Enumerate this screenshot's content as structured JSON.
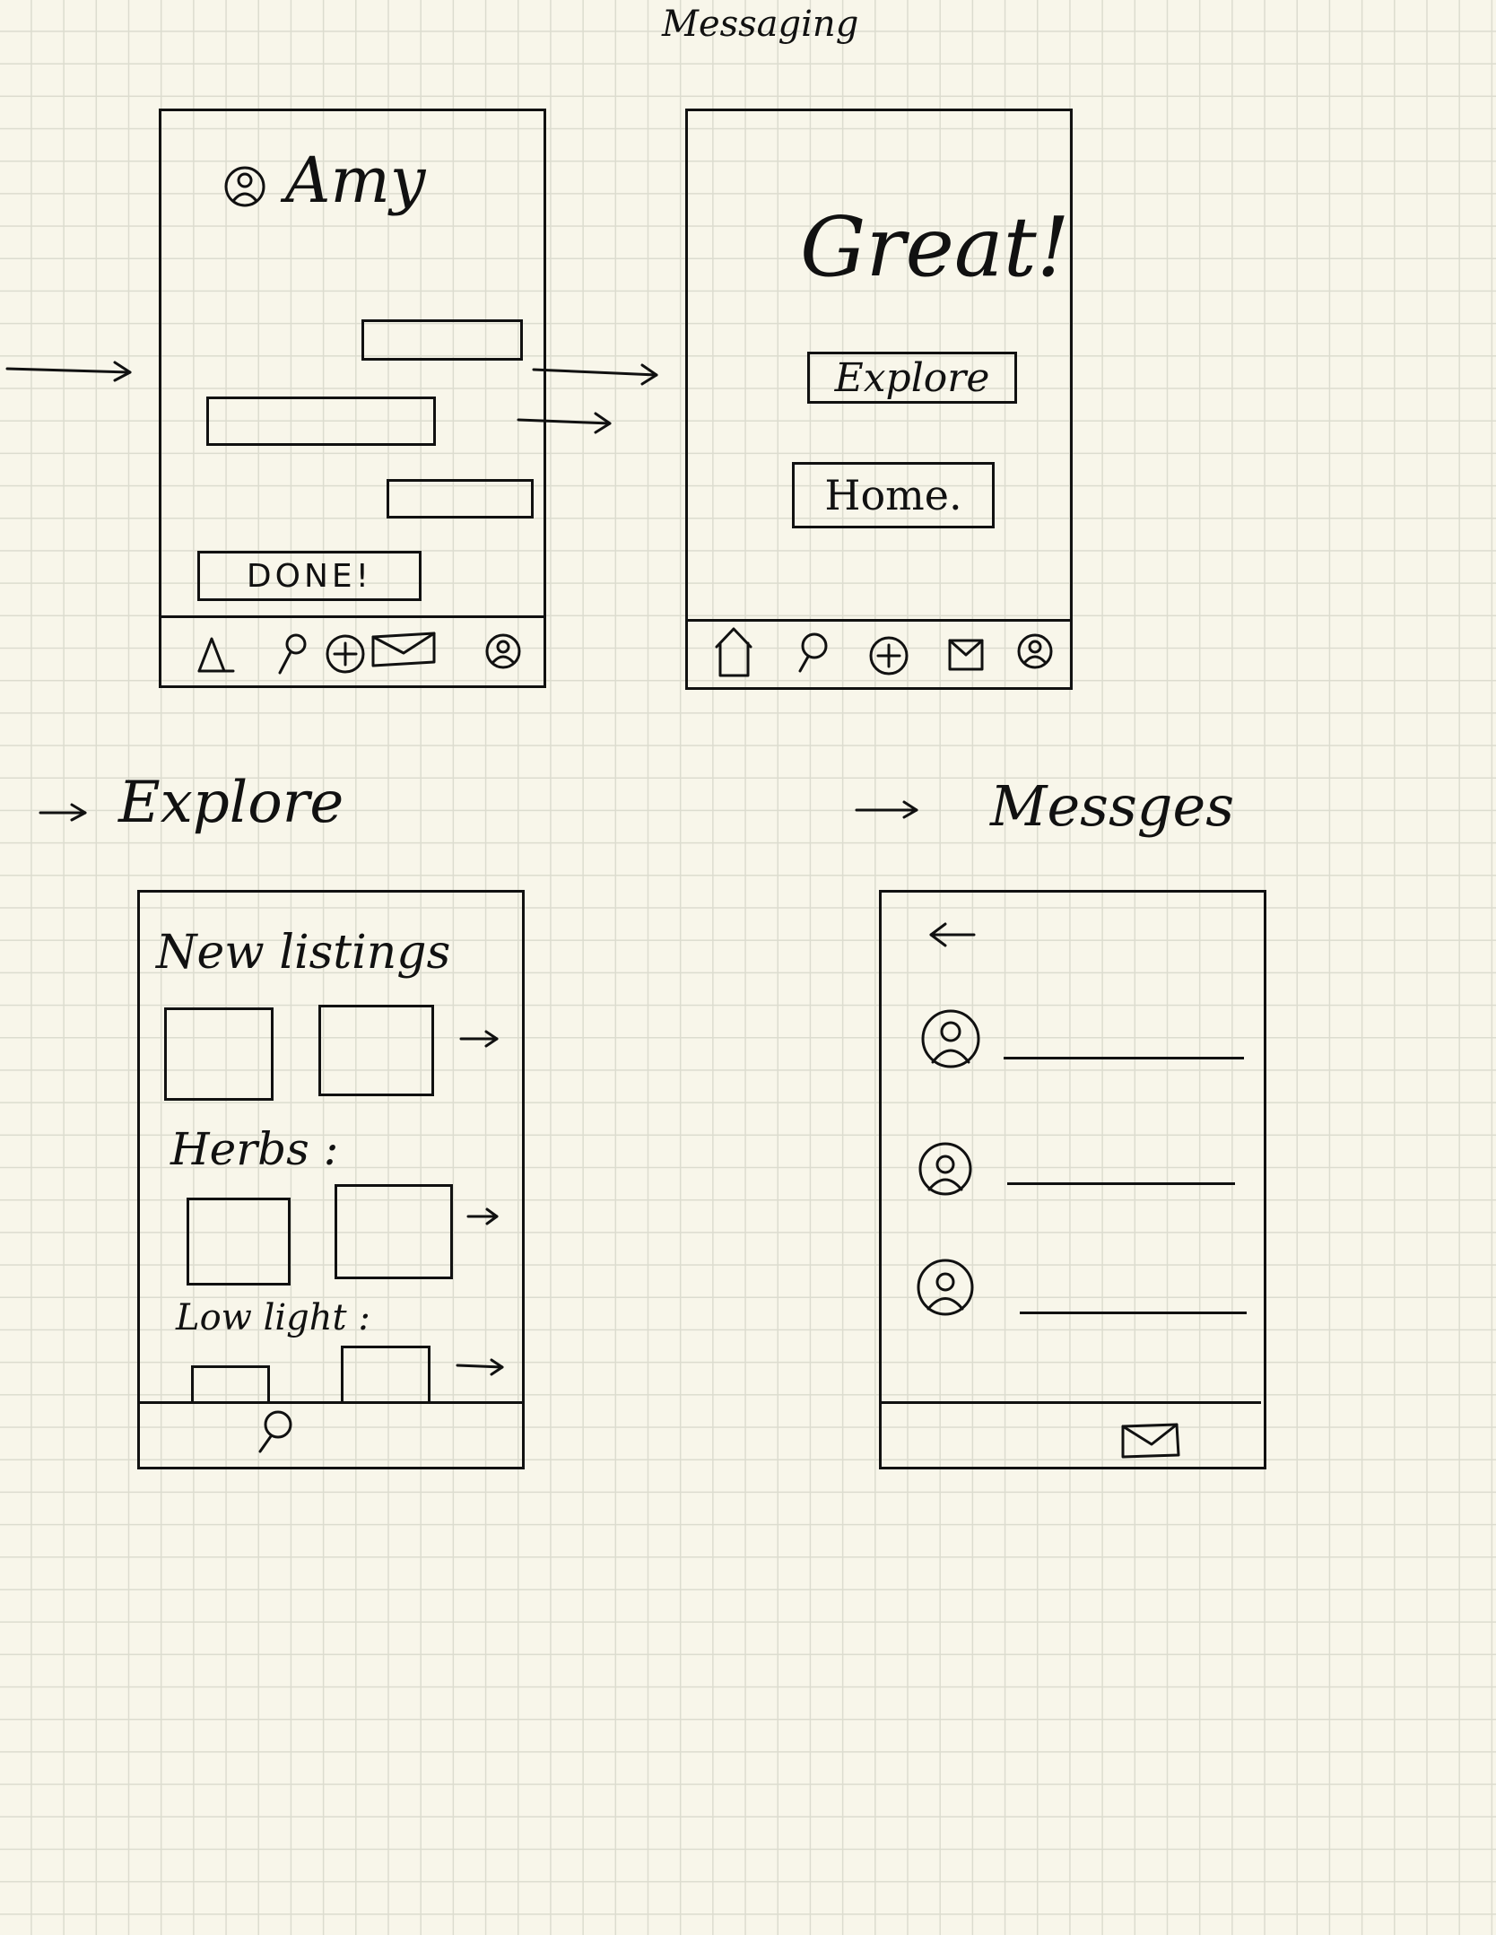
{
  "page": {
    "title": "Messaging"
  },
  "screen_chat": {
    "contact_name": "Amy",
    "done_label": "DONE!"
  },
  "screen_confirm": {
    "heading": "Great!",
    "explore_label": "Explore",
    "home_label": "Home."
  },
  "section_labels": {
    "explore": "Explore",
    "messages": "Messges"
  },
  "screen_explore": {
    "new_listings": "New listings",
    "herbs": "Herbs :",
    "low_light": "Low light :"
  },
  "icons": {
    "nav_bar": [
      "home-icon",
      "search-icon",
      "add-icon",
      "mail-icon",
      "profile-icon"
    ],
    "explore_bar": [
      "search-icon"
    ],
    "messages_bar": [
      "mail-icon"
    ],
    "messages_header": [
      "back-arrow-icon"
    ],
    "messages_avatars": [
      "avatar-icon",
      "avatar-icon",
      "avatar-icon"
    ]
  }
}
